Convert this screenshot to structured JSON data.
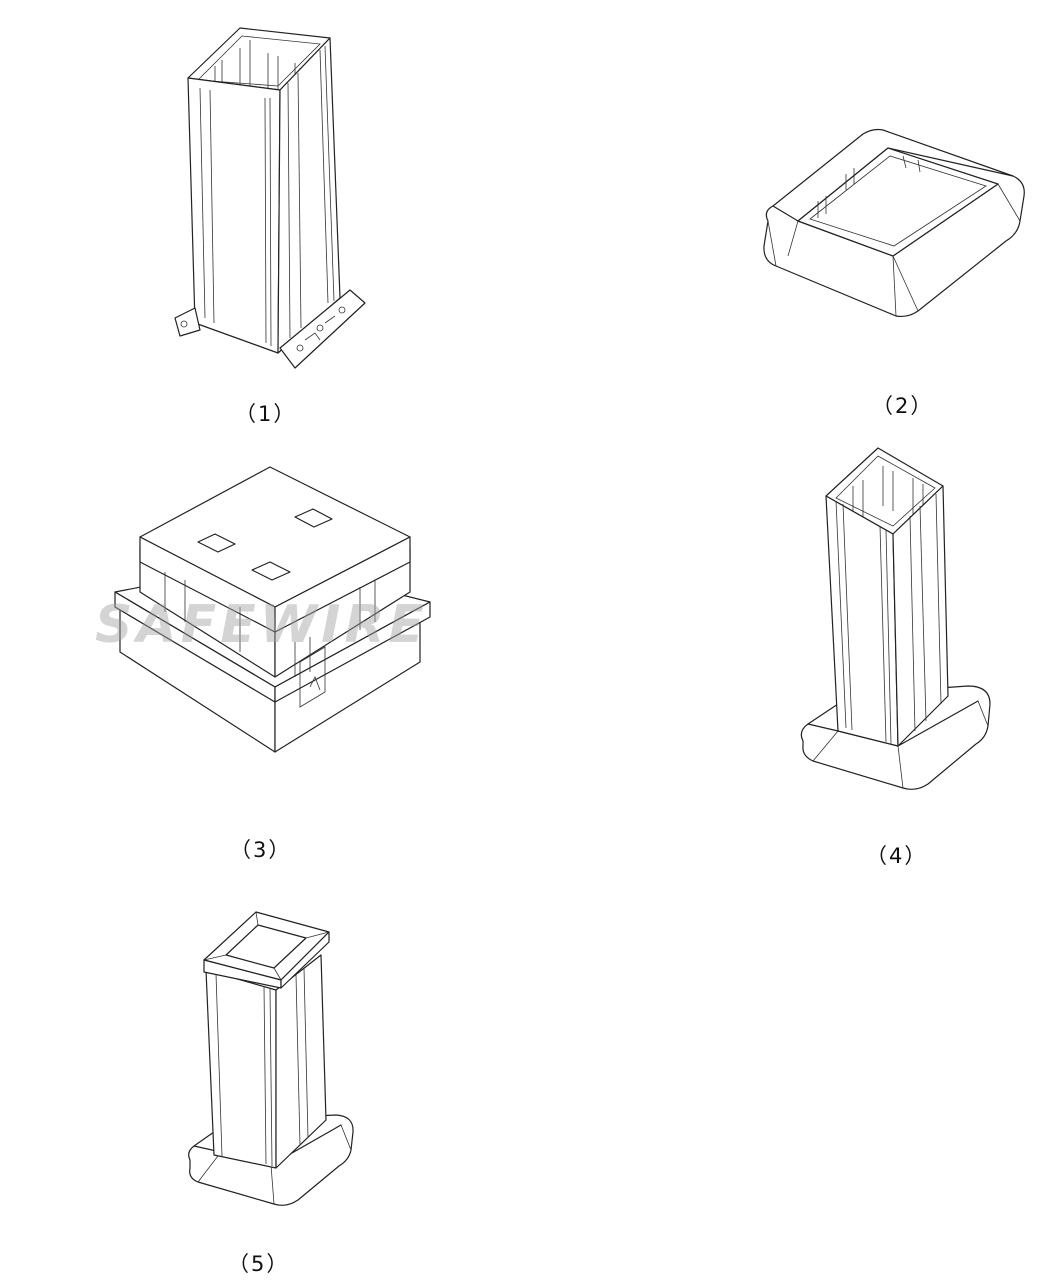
{
  "figures": [
    {
      "id": 1,
      "caption": "（1）",
      "depicts": "column-profile-with-feet"
    },
    {
      "id": 2,
      "caption": "（2）",
      "depicts": "base-trim-frame"
    },
    {
      "id": 3,
      "caption": "（3）",
      "depicts": "floor-box-assembly"
    },
    {
      "id": 4,
      "caption": "（4）",
      "depicts": "column-with-base-trim"
    },
    {
      "id": 5,
      "caption": "（5）",
      "depicts": "capped-column-with-base-trim"
    }
  ],
  "watermark": {
    "text": "SAFEWIRE",
    "color": "#a0a0a0",
    "accent": "#e8443a"
  }
}
